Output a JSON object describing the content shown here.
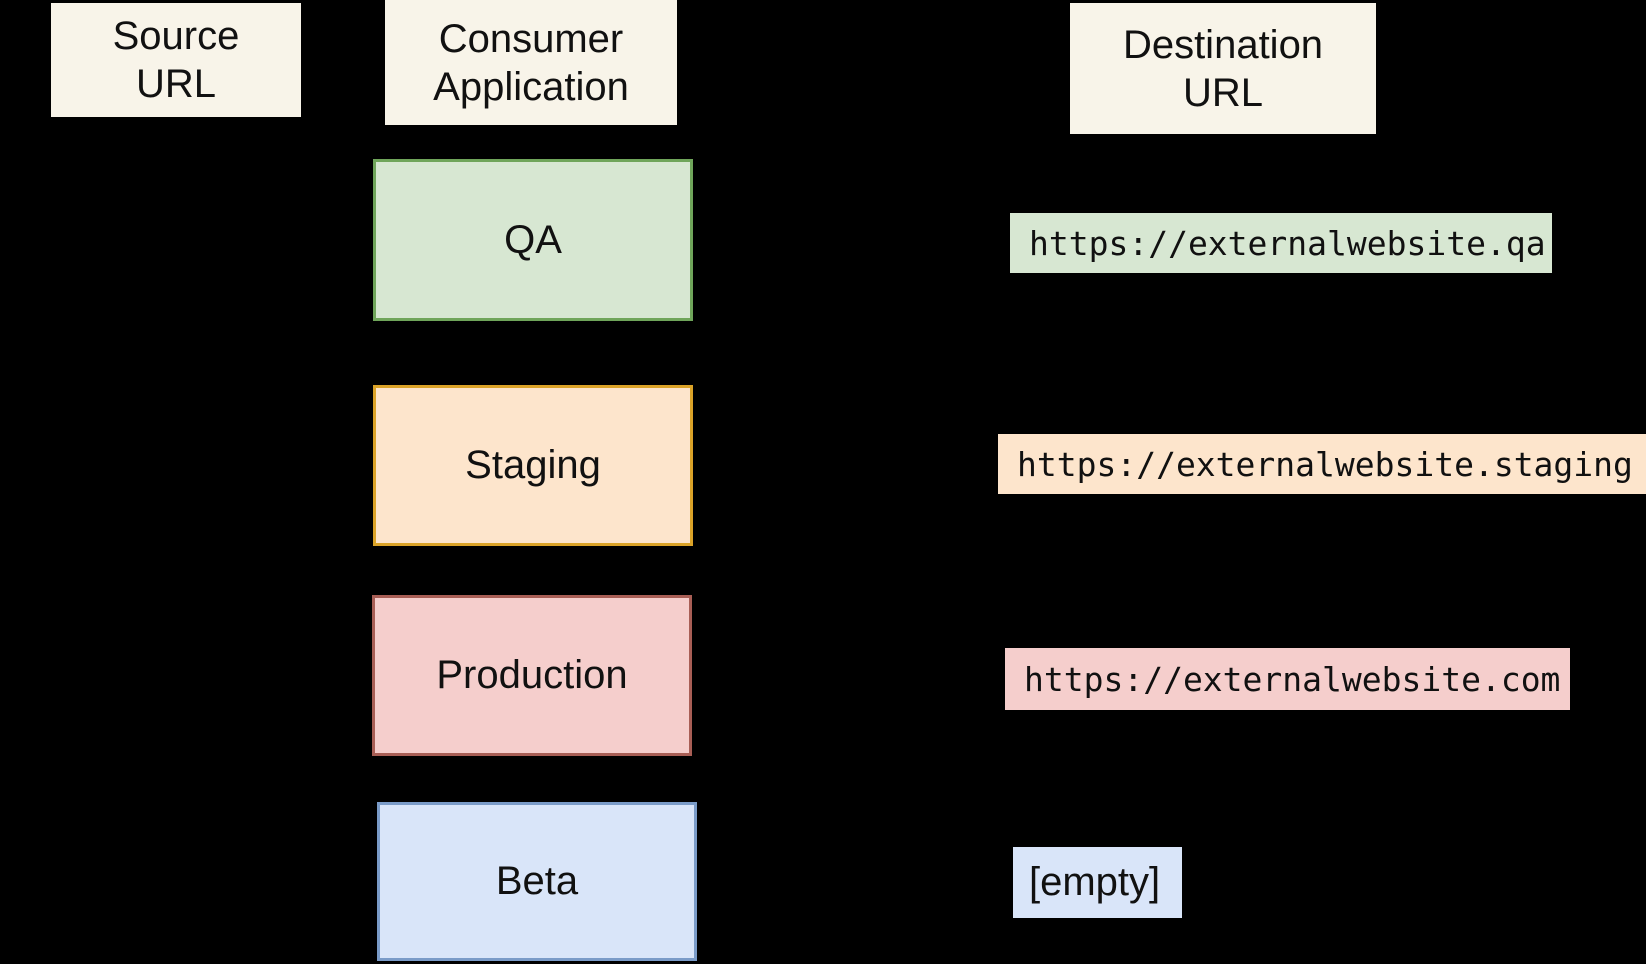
{
  "diagram_title": "",
  "colors": {
    "background": "#000000",
    "header_fill": "#f8f4e9",
    "qa_fill": "#d7e7d2",
    "qa_border": "#6fa55a",
    "staging_fill": "#fde5cc",
    "staging_border": "#dba328",
    "production_fill": "#f5cecc",
    "production_border": "#a85e55",
    "beta_fill": "#d9e5f9",
    "beta_border": "#7a9bc8",
    "text": "#111111"
  },
  "columns": {
    "source_header": "Source\nURL",
    "consumer_header": "Consumer\nApplication",
    "destination_header": "Destination\nURL"
  },
  "environments": [
    {
      "name": "QA",
      "destination_url": "https://externalwebsite.qa"
    },
    {
      "name": "Staging",
      "destination_url": "https://externalwebsite.staging"
    },
    {
      "name": "Production",
      "destination_url": "https://externalwebsite.com"
    },
    {
      "name": "Beta",
      "destination_url": "[empty]"
    }
  ],
  "source_urls": []
}
